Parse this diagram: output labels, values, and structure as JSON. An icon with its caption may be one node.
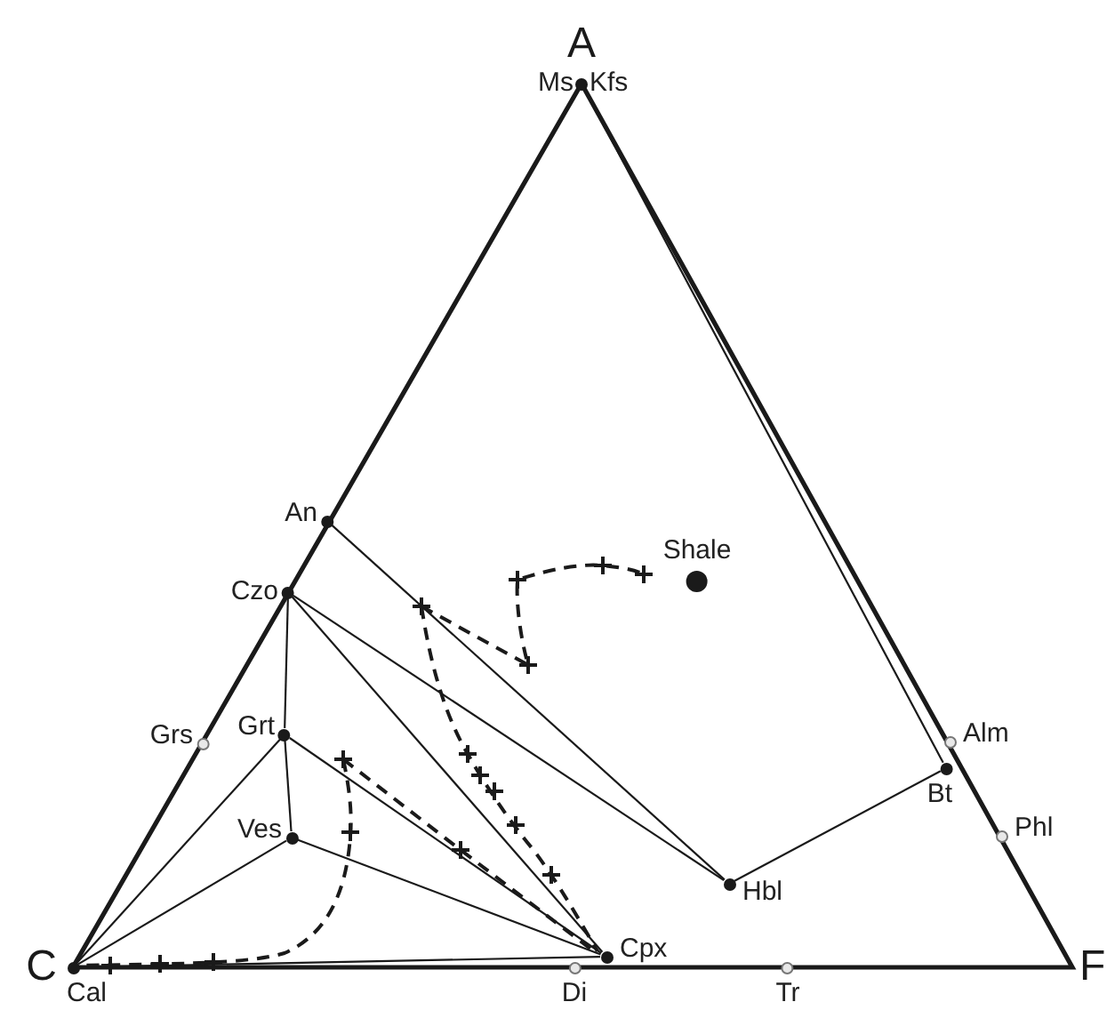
{
  "diagram": {
    "nodes": [
      {
        "text": [
          "Ms",
          "Kfs"
        ]
      },
      {
        "text": [
          "An"
        ]
      },
      {
        "text": [
          "Shale"
        ]
      },
      {
        "text": [
          "Czo"
        ]
      },
      {
        "text": [
          "Alm"
        ]
      },
      {
        "text": [
          "Grs"
        ]
      },
      {
        "text": [
          "Grt"
        ]
      },
      {
        "text": [
          "Bt"
        ]
      },
      {
        "text": [
          "Phl"
        ]
      },
      {
        "text": [
          "Ves"
        ]
      },
      {
        "text": [
          "Hbl"
        ]
      },
      {
        "text": [
          "Cpx"
        ]
      },
      {
        "text": [
          "Cal"
        ]
      },
      {
        "text": [
          "Di"
        ]
      },
      {
        "text": [
          "Tr"
        ]
      }
    ],
    "edges": [
      {
        "from": 1,
        "to": 10,
        "arrow": "none"
      },
      {
        "from": 3,
        "to": 10,
        "arrow": "none"
      },
      {
        "from": 3,
        "to": 11,
        "arrow": "none"
      },
      {
        "from": 3,
        "to": 6,
        "arrow": "none"
      },
      {
        "from": 6,
        "to": 11,
        "arrow": "none"
      },
      {
        "from": 6,
        "to": 9,
        "arrow": "none"
      },
      {
        "from": 6,
        "to": 12,
        "arrow": "none"
      },
      {
        "from": 9,
        "to": 12,
        "arrow": "none"
      },
      {
        "from": 9,
        "to": 11,
        "arrow": "none"
      },
      {
        "from": 10,
        "to": 7,
        "arrow": "none"
      },
      {
        "from": 0,
        "to": 7,
        "arrow": "none"
      },
      {
        "from": 12,
        "to": 11,
        "arrow": "none"
      }
    ],
    "labels": [
      "A",
      "C",
      "F"
    ]
  }
}
